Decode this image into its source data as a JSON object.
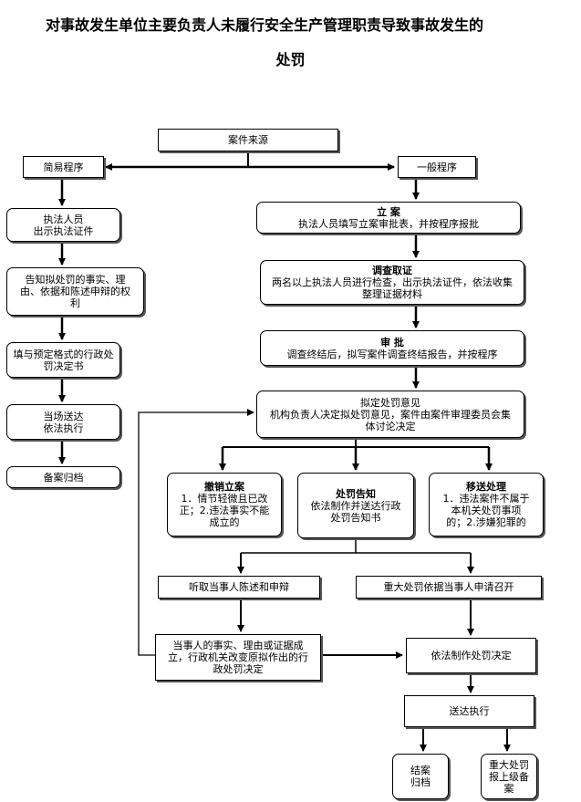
{
  "title": {
    "line1": "对事故发生单位主要负责人未履行安全生产管理职责导致事故发生的",
    "line2": "处罚"
  },
  "nodes": {
    "source": "案件来源",
    "simple": "简易程序",
    "general": "一般程序",
    "show_id": "执法人员\n出示执法证件",
    "inform": "告知拟处罚的事实、理由、依据和陈述申辩的权利",
    "fill_form": "填与预定格式的行政处罚决定书",
    "deliver_now": "当场送达\n依法执行",
    "archive": "备案归档",
    "filing": {
      "head": "立  案",
      "body": "执法人员填写立案审批表，并按程序报批"
    },
    "investigate": {
      "head": "调查取证",
      "body": "两名以上执法人员进行检查，出示执法证件，依法收集整理证据材料"
    },
    "review": {
      "head": "审  批",
      "body": "调查终结后，拟写案件调查终结报告，并按程序"
    },
    "proposal": "拟定处罚意见\n机构负责人决定拟处罚意见，案件由案件审理委员会集体讨论决定",
    "cancel": {
      "head": "撤销立案",
      "body": "1．情节轻微且已改正；2.违法事实不能成立的"
    },
    "notice": {
      "head": "处罚告知",
      "body": "依法制作并送达行政处罚告知书"
    },
    "transfer": {
      "head": "移送处理",
      "body": "1．违法案件不属于本机关处罚事项的；2.涉嫌犯罪的"
    },
    "hear": "听取当事人陈述和申辩",
    "hearing": "重大处罚依据当事人申请召开",
    "facts": "当事人的事实、理由或证据成立，行政机关改变原拟作出的行政处罚决定",
    "decision": "依法制作处罚决定",
    "execute": "送达执行",
    "close": "结案\n归档",
    "major": "重大处罚报上级备案"
  }
}
